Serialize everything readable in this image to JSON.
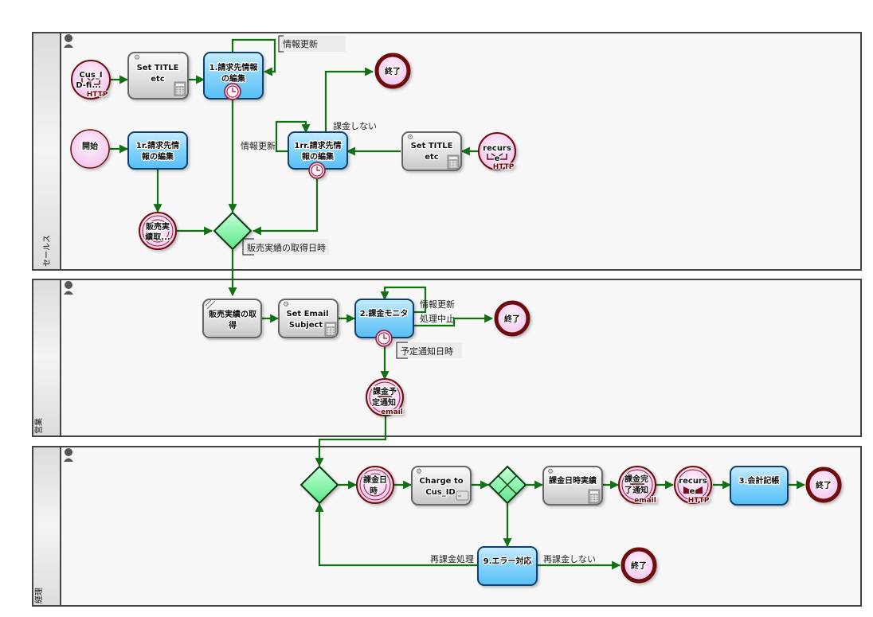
{
  "diagram": {
    "type": "bpmn-process",
    "colors": {
      "edge": "#117011",
      "human_task": "#6cc6f7",
      "auto_task": "#d9d9d9",
      "event": "#f7d6f2",
      "event_border": "#6e0a0a",
      "gateway": "#7fefa6"
    },
    "lanes": [
      {
        "id": "sales",
        "label": "セールス",
        "icon": "user-icon"
      },
      {
        "id": "business",
        "label": "営業",
        "icon": "user-icon"
      },
      {
        "id": "accounting",
        "label": "経理",
        "icon": "user-icon"
      }
    ],
    "nodes": {
      "cusid_http": {
        "kind": "http-event",
        "line1": "Cus_I",
        "line2": "D-fi...",
        "badge": "HTTP",
        "lane": "sales"
      },
      "set_title_1": {
        "kind": "auto-task",
        "line1": "Set TITLE",
        "line2": "etc",
        "icon": "calculator-icon",
        "lane": "sales"
      },
      "task_1": {
        "kind": "human-task",
        "line1": "1.請求先情報",
        "line2": "の編集",
        "timer": true,
        "lane": "sales"
      },
      "end_1": {
        "kind": "end-event",
        "line1": "終了",
        "lane": "sales"
      },
      "start": {
        "kind": "start-event",
        "line1": "開始",
        "lane": "sales"
      },
      "task_1r": {
        "kind": "human-task",
        "line1": "1r.請求先情",
        "line2": "報の編集",
        "lane": "sales"
      },
      "task_1rr": {
        "kind": "human-task",
        "line1": "1rr.請求先情",
        "line2": "報の編集",
        "timer": true,
        "lane": "sales"
      },
      "set_title_2": {
        "kind": "auto-task",
        "line1": "Set TITLE",
        "line2": "etc",
        "icon": "calculator-icon",
        "lane": "sales"
      },
      "recurse_http_1": {
        "kind": "http-event",
        "line1": "recurs",
        "line2": "e",
        "badge": "HTTP",
        "lane": "sales"
      },
      "sales_timer": {
        "kind": "timer-event",
        "line1": "販売実",
        "line2": "績取...",
        "lane": "sales"
      },
      "gateway_1": {
        "kind": "gateway",
        "lane": "sales"
      },
      "get_sales": {
        "kind": "service-task",
        "line1": "販売実績の取",
        "line2": "得",
        "lane": "business"
      },
      "set_email": {
        "kind": "auto-task",
        "line1": "Set Email",
        "line2": "Subject",
        "icon": "calculator-icon",
        "lane": "business"
      },
      "task_2": {
        "kind": "human-task",
        "line1": "2.課金モニタ",
        "timer": true,
        "lane": "business"
      },
      "end_2": {
        "kind": "end-event",
        "line1": "終了",
        "lane": "business"
      },
      "notify_email_1": {
        "kind": "email-event",
        "line1": "課金予",
        "line2": "定通知",
        "badge": "email",
        "lane": "business"
      },
      "gateway_2": {
        "kind": "gateway",
        "lane": "accounting"
      },
      "charge_timer": {
        "kind": "timer-event",
        "line1": "課金日",
        "line2": "時",
        "lane": "accounting"
      },
      "charge": {
        "kind": "auto-task",
        "line1": "Charge to",
        "line2": "Cus_ID",
        "icon": "card-icon",
        "lane": "accounting"
      },
      "gateway_x": {
        "kind": "exclusive-gateway",
        "lane": "accounting"
      },
      "charge_record": {
        "kind": "auto-task",
        "line1": "課金日時実績",
        "icon": "calculator-icon",
        "lane": "accounting"
      },
      "notify_email_2": {
        "kind": "email-event",
        "line1": "課金完",
        "line2": "了通知",
        "badge": "email",
        "lane": "accounting"
      },
      "recurse_http_2": {
        "kind": "http-event",
        "line1": "recurs",
        "line2": "e",
        "badge": "HTTP",
        "lane": "accounting"
      },
      "task_3": {
        "kind": "human-task",
        "line1": "3.会計記帳",
        "lane": "accounting"
      },
      "end_3": {
        "kind": "end-event",
        "line1": "終了",
        "lane": "accounting"
      },
      "task_9": {
        "kind": "human-task",
        "line1": "9.エラー対応",
        "lane": "accounting"
      },
      "end_4": {
        "kind": "end-event",
        "line1": "終了",
        "lane": "accounting"
      }
    },
    "edge_labels": {
      "task1_update": "情報更新",
      "task1rr_update": "情報更新",
      "task1rr_nocharge": "課金しない",
      "task2_update": "情報更新",
      "task2_abort": "処理中止",
      "task9_retry": "再課金処理",
      "task9_noretry": "再課金しない"
    },
    "annotations": {
      "gateway1_note": "販売実績の取得日時",
      "task2_timer_note": "予定通知日時"
    }
  }
}
